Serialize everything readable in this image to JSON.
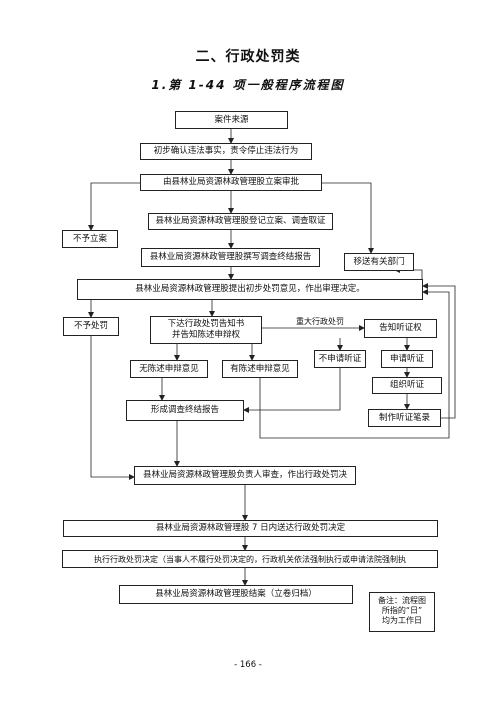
{
  "heading": "二、行政处罚类",
  "subheading": "1.第 1-44 项一般程序流程图",
  "nodes": {
    "case_source": "案件来源",
    "initial_confirm": "初步确认违法事实，责令停止违法行为",
    "filing_review": "由县林业局资源林政管理股立案审批",
    "no_filing": "不予立案",
    "register_investigate": "县林业局资源林政管理股登记立案、调查取证",
    "final_report_draft": "县林业局资源林政管理股撰写调查终结报告",
    "transfer_department": "移送有关部门",
    "propose_opinion": "县林业局资源林政管理股提出初步处罚意见，作出审理决定。",
    "no_penalty": "不予处罚",
    "notice_line1": "下达行政处罚告知书",
    "notice_line2": "并告知陈述申辩权",
    "hearing_notice": "告知听证权",
    "no_hearing_request": "不申请听证",
    "apply_hearing": "申请听证",
    "no_defense": "无陈述申辩意见",
    "has_defense": "有陈述申辩意见",
    "organize_hearing": "组织听证",
    "form_report": "形成调查终结报告",
    "hearing_transcript": "制作听证笔录",
    "head_review": "县林业局资源林政管理股负责人审查，作出行政处罚决",
    "deliver_decision": "县林业局资源林政管理股 7 日内送达行政处罚决定",
    "execute_decision": "执行行政处罚决定（当事人不履行处罚决定的，行政机关依法强制执行或申请法院强制执",
    "close_case": "县林业局资源林政管理股结案（立卷归档）"
  },
  "edge_labels": {
    "major_penalty": "重大行政处罚"
  },
  "note": {
    "line1": "备注：流程图",
    "line2": "所指的“日”",
    "line3": "均为工作日"
  },
  "page_number": "- 166 -"
}
